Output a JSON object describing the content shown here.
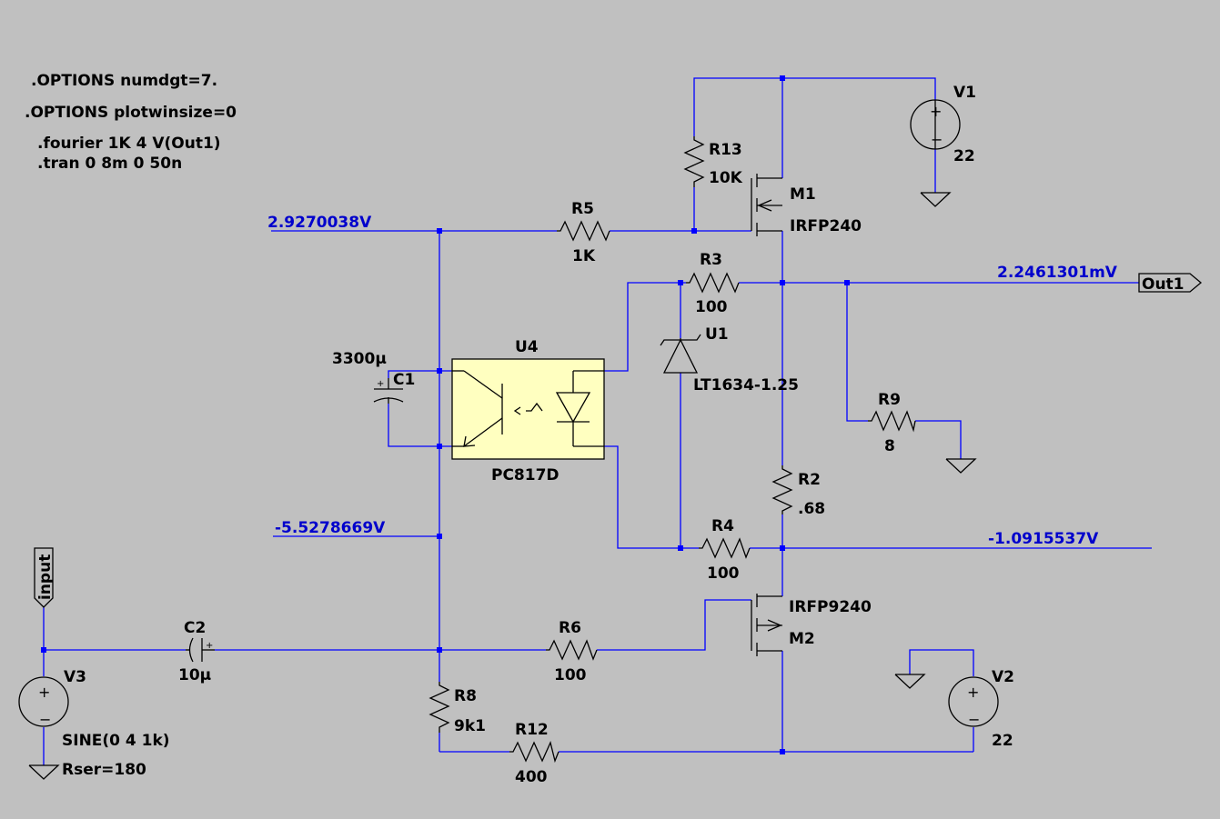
{
  "directives": {
    "numdgt": ".OPTIONS numdgt=7.",
    "plotwinsize": ".OPTIONS plotwinsize=0",
    "fourier": ".fourier 1K 4 V(Out1)",
    "tran": ".tran 0 8m 0 50n"
  },
  "voltages": {
    "top_node": "2.9270038V",
    "mid_node": "-5.5278669V",
    "out_node": "2.2461301mV",
    "right_node": "-1.0915537V"
  },
  "labels": {
    "out_port": "Out1",
    "input_port": "input"
  },
  "components": {
    "V1": {
      "name": "V1",
      "value": "22"
    },
    "V2": {
      "name": "V2",
      "value": "22"
    },
    "V3": {
      "name": "V3",
      "value": "SINE(0 4 1k)",
      "extra": "Rser=180"
    },
    "R13": {
      "name": "R13",
      "value": "10K"
    },
    "R5": {
      "name": "R5",
      "value": "1K"
    },
    "R3": {
      "name": "R3",
      "value": "100"
    },
    "R9": {
      "name": "R9",
      "value": "8"
    },
    "R2": {
      "name": "R2",
      "value": ".68"
    },
    "R4": {
      "name": "R4",
      "value": "100"
    },
    "R6": {
      "name": "R6",
      "value": "100"
    },
    "R8": {
      "name": "R8",
      "value": "9k1"
    },
    "R12": {
      "name": "R12",
      "value": "400"
    },
    "M1": {
      "name": "M1",
      "value": "IRFP240"
    },
    "M2": {
      "name": "M2",
      "value": "IRFP9240"
    },
    "U1": {
      "name": "U1",
      "value": "LT1634-1.25"
    },
    "U4": {
      "name": "U4",
      "value": "PC817D"
    },
    "C1": {
      "name": "C1",
      "value": "3300µ"
    },
    "C2": {
      "name": "C2",
      "value": "10µ"
    }
  },
  "colors": {
    "background": "#c0c0c0",
    "wire": "#0000ff",
    "component": "#000000",
    "voltage_label": "#0000cc",
    "optocoupler_fill": "#ffffc0"
  }
}
